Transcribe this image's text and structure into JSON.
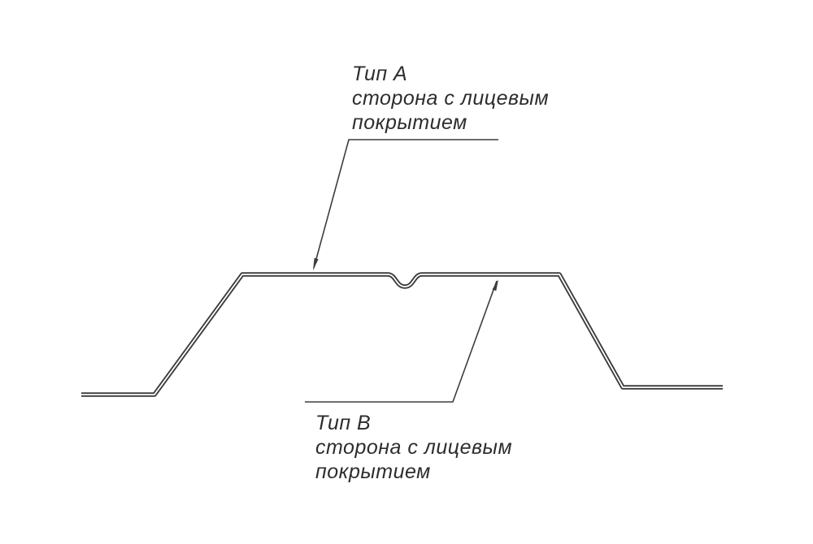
{
  "page": {
    "background": "#ffffff"
  },
  "diagram": {
    "kind": "metal-profile-cross-section",
    "profile_line_color": "#3b3b3b",
    "profile_core_color": "#ffffff",
    "leader_line_color": "#3d3d3d",
    "labels": {
      "type_a": {
        "title": "Тип А",
        "line2": "сторона с лицевым",
        "line3": "покрытием"
      },
      "type_b": {
        "title": "Тип В",
        "line2": "сторона с лицевым",
        "line3": "покрытием"
      }
    }
  }
}
